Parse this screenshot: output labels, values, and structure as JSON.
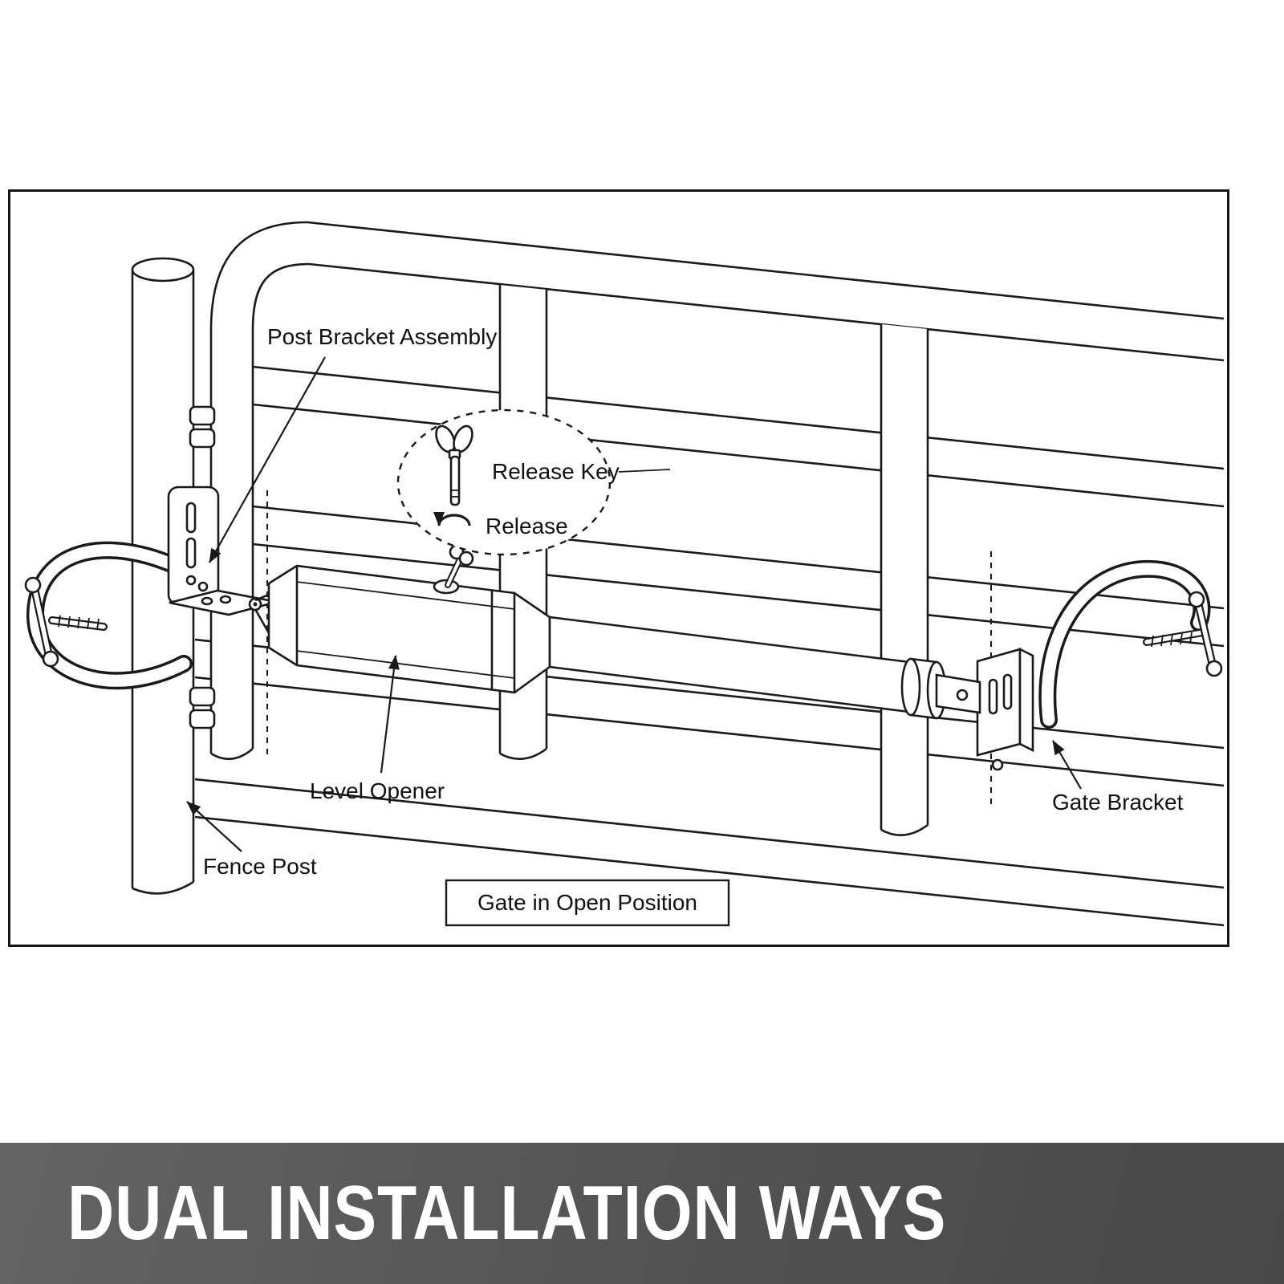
{
  "banner": {
    "title": "DUAL INSTALLATION WAYS"
  },
  "diagram": {
    "caption": "Gate in Open Position",
    "labels": {
      "post_bracket_assembly": "Post Bracket Assembly",
      "release_key": "Release Key",
      "release": "Release",
      "level_opener": "Level Opener",
      "fence_post": "Fence Post",
      "gate_bracket": "Gate Bracket"
    }
  },
  "colors": {
    "line": "#1a1a1a",
    "background": "#ffffff",
    "banner_background": "#4f4f4f",
    "banner_text": "#ffffff"
  }
}
